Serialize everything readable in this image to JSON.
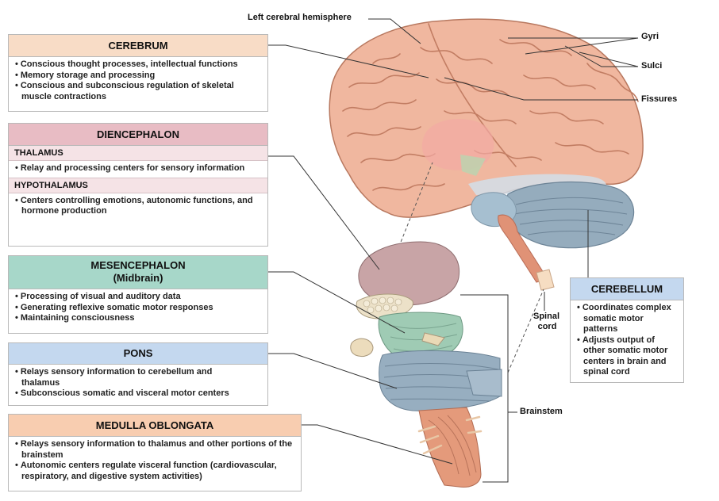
{
  "labels": {
    "left_hemisphere": "Left cerebral hemisphere",
    "gyri": "Gyri",
    "sulci": "Sulci",
    "fissures": "Fissures",
    "spinal_cord_line1": "Spinal",
    "spinal_cord_line2": "cord",
    "brainstem": "Brainstem"
  },
  "cerebrum": {
    "title": "CEREBRUM",
    "items": [
      "Conscious thought processes, intellectual functions",
      "Memory storage and processing",
      "Conscious and subconscious regulation of skeletal muscle contractions"
    ]
  },
  "diencephalon": {
    "title": "DIENCEPHALON",
    "thalamus": {
      "title": "THALAMUS",
      "items": [
        "Relay and processing centers for sensory information"
      ]
    },
    "hypothalamus": {
      "title": "HYPOTHALAMUS",
      "items": [
        "Centers controlling emotions, autonomic functions, and hormone production"
      ]
    }
  },
  "mesencephalon": {
    "title": "MESENCEPHALON",
    "subtitle": "(Midbrain)",
    "items": [
      "Processing of visual and auditory data",
      "Generating reflexive somatic motor responses",
      "Maintaining consciousness"
    ]
  },
  "pons": {
    "title": "PONS",
    "items": [
      "Relays sensory information to cerebellum and thalamus",
      "Subconscious somatic and visceral motor centers"
    ]
  },
  "medulla": {
    "title": "MEDULLA OBLONGATA",
    "items": [
      "Relays sensory information to thalamus and other portions of the brainstem",
      "Autonomic centers regulate visceral function (cardiovascular, respiratory, and digestive system activities)"
    ]
  },
  "cerebellum": {
    "title": "CEREBELLUM",
    "items": [
      "Coordinates complex somatic motor patterns",
      "Adjusts output of other somatic motor centers in brain and spinal cord"
    ]
  },
  "colors": {
    "cerebrum_header": "#f8dcc6",
    "diencephalon_header": "#e8bcc4",
    "diencephalon_sub": "#f5e3e6",
    "mesencephalon_header": "#a7d7c9",
    "pons_header": "#c4d8ef",
    "medulla_header": "#f8cdb0",
    "cerebellum_header": "#c4d8ef",
    "brain": "#f0b59d",
    "brainstem": "#8fa3b3"
  }
}
